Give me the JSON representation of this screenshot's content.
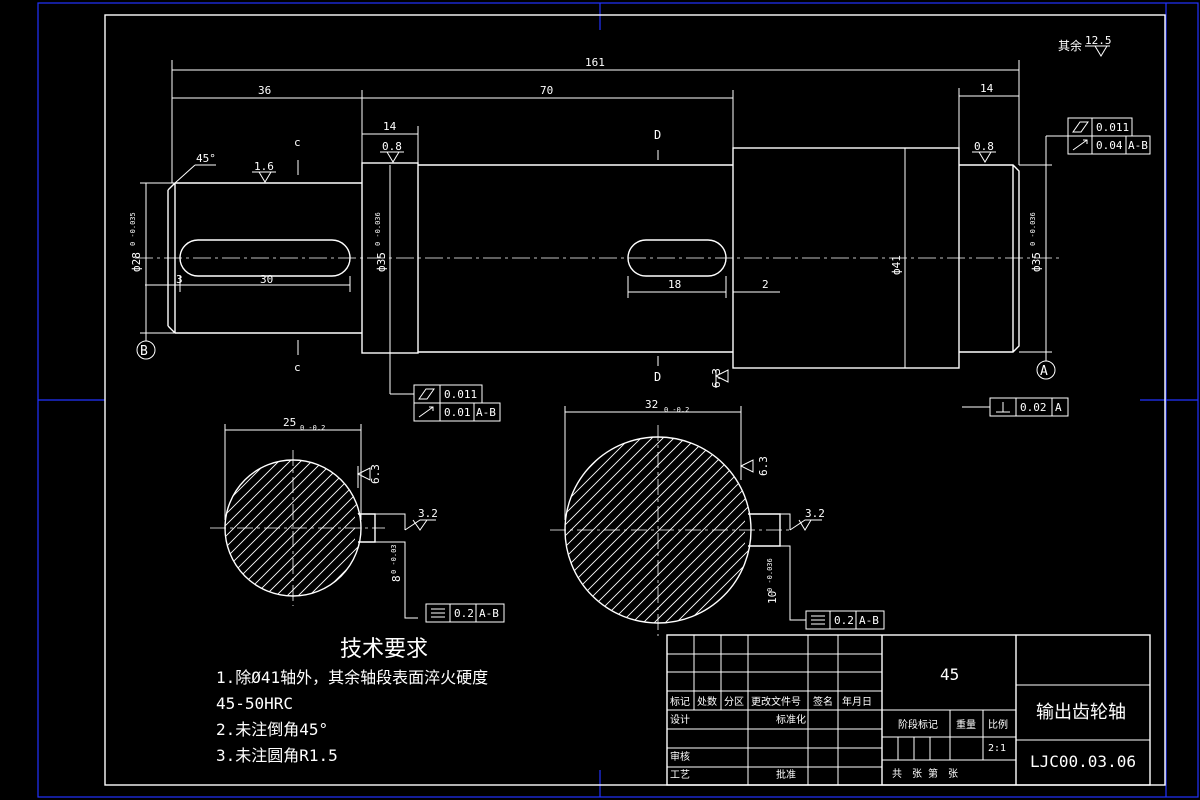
{
  "title_block": {
    "material": "45",
    "part_name": "输出齿轮轴",
    "drawing_no": "LJC00.03.06",
    "scale": "2:1",
    "row_labels": [
      "标记",
      "处数",
      "分区",
      "更改文件号",
      "签名",
      "年月日"
    ],
    "design": "设计",
    "standardize": "标准化",
    "review": "审核",
    "process": "工艺",
    "approve": "批准",
    "stage_mark": "阶段标记",
    "weight": "重量",
    "ratio": "比例",
    "sheets": "共　张 第　张"
  },
  "technical_requirements": {
    "heading": "技术要求",
    "items": [
      "1.除Ø41轴外，其余轴段表面淬火硬度",
      "45-50HRC",
      "2.未注倒角45°",
      "3.未注圆角R1.5"
    ]
  },
  "roughness_general": {
    "label": "其余",
    "value": "12.5"
  },
  "dimensions": {
    "overall": "161",
    "seg1": "36",
    "seg2": "70",
    "seg_right": "14",
    "seg_left_shoulder": "14",
    "keyway1_len": "30",
    "keyway1_offset": "3",
    "keyway2_len": "18",
    "gap2": "2",
    "dia_left": "ф28",
    "dia_left_tol": "0 -0.035",
    "dia_seat": "ф35",
    "dia_seat_tol": "0 -0.036",
    "dia_mid": "ф41",
    "dia_right": "ф35",
    "dia_right_tol": "0 -0.036",
    "chamfer": "45°",
    "section_c_width": "25",
    "section_c_tol": "0 -0.2",
    "section_c_key": "8",
    "section_c_key_tol": "0 -0.03",
    "section_d_width": "32",
    "section_d_tol": "0 -0.2",
    "section_d_key": "10",
    "section_d_key_tol": "0 -0.036"
  },
  "roughness": {
    "r1": "1.6",
    "r2": "0.8",
    "r3": "0.8",
    "r4": "6.3",
    "r5": "6.3",
    "r6": "6.3",
    "r7": "3.2",
    "r8": "3.2"
  },
  "gdt": {
    "f1_a": "0.011",
    "f1_b": "0.04",
    "f1_b_ref": "A-B",
    "f2_a": "0.011",
    "f2_b": "0.01",
    "f2_b_ref": "A-B",
    "f3": "0.02",
    "f3_ref": "A",
    "f4": "0.2",
    "f4_ref": "A-B",
    "f5": "0.2",
    "f5_ref": "A-B"
  },
  "datums": {
    "a": "A",
    "b": "B"
  },
  "section_marks": {
    "c": "c",
    "d": "D"
  }
}
